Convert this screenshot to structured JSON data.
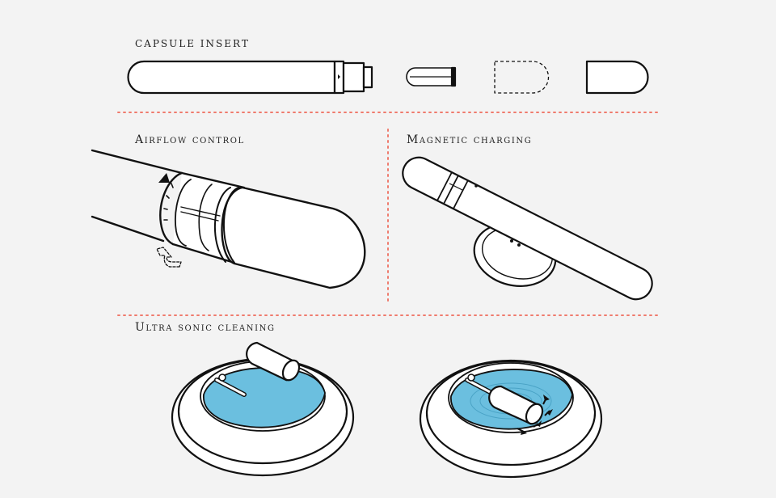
{
  "sections": {
    "capsule_insert": {
      "title": "CAPSULE INSERT"
    },
    "airflow_control": {
      "title": "Airflow control"
    },
    "magnetic_charging": {
      "title": "Magnetic charging"
    },
    "ultrasonic_cleaning": {
      "title": "Ultra sonic cleaning"
    }
  },
  "colors": {
    "background": "#f3f3f3",
    "stroke": "#111111",
    "divider": "#ef7b6d",
    "water": "#6bbfdf",
    "water_dark": "#5aafcf",
    "fill": "#ffffff"
  },
  "icons": [
    "rotate-arrow-icon",
    "ripple-arrows-icon"
  ]
}
